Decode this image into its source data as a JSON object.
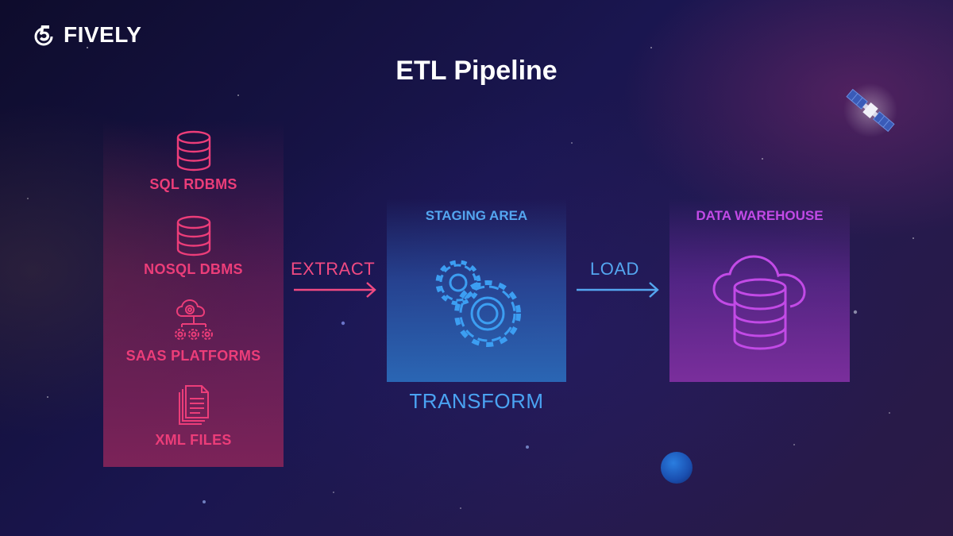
{
  "brand": {
    "name": "FIVELY",
    "logo_icon": "fively-logo-icon"
  },
  "title": "ETL Pipeline",
  "sources": {
    "items": [
      {
        "label": "SQL RDBMS",
        "icon": "database-icon"
      },
      {
        "label": "NOSQL DBMS",
        "icon": "database-icon"
      },
      {
        "label": "SAAS PLATFORMS",
        "icon": "cloud-gears-icon"
      },
      {
        "label": "XML FILES",
        "icon": "documents-icon"
      }
    ]
  },
  "steps": {
    "extract": "EXTRACT",
    "load": "LOAD",
    "transform": "TRANSFORM"
  },
  "staging": {
    "title": "STAGING AREA",
    "icon": "gears-icon"
  },
  "warehouse": {
    "title": "DATA WAREHOUSE",
    "icon": "cloud-database-icon"
  },
  "colors": {
    "source_accent": "#ec3d79",
    "staging_accent": "#54a6f0",
    "warehouse_accent": "#c24ae6"
  }
}
